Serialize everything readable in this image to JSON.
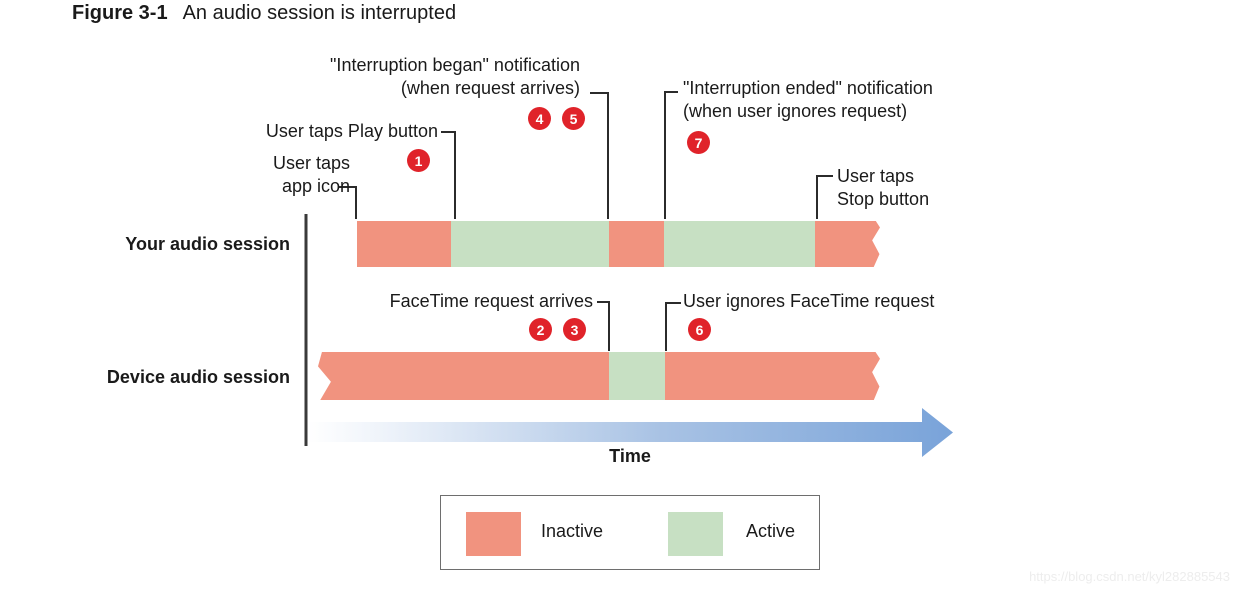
{
  "title": {
    "figure_label": "Figure 3-1",
    "figure_title": "An audio session is interrupted"
  },
  "colors": {
    "inactive": "#F1937F",
    "active": "#C7E0C3",
    "marker_red": "#E0232A",
    "line": "#2B2B2B",
    "arrow_start": "#FFFFFF",
    "arrow_end": "#79A3D9"
  },
  "annotations": {
    "interruption_began_line1": "\"Interruption began\" notification",
    "interruption_began_line2": "(when request arrives)",
    "user_taps_play": "User taps Play button",
    "user_taps_app_line1": "User taps",
    "user_taps_app_line2": "app icon",
    "interruption_ended_line1": "\"Interruption ended\" notification",
    "interruption_ended_line2": "(when user ignores request)",
    "user_taps_stop_line1": "User taps",
    "user_taps_stop_line2": "Stop button",
    "facetime_arrives": "FaceTime request arrives",
    "user_ignores": "User ignores FaceTime request"
  },
  "markers": [
    "1",
    "2",
    "3",
    "4",
    "5",
    "6",
    "7"
  ],
  "rows": [
    {
      "label": "Your audio session",
      "segments": [
        {
          "state": "inactive",
          "pct": 18.0
        },
        {
          "state": "active",
          "pct": 30.2
        },
        {
          "state": "inactive",
          "pct": 10.5
        },
        {
          "state": "active",
          "pct": 28.9
        },
        {
          "state": "inactive",
          "pct": 12.4
        }
      ]
    },
    {
      "label": "Device audio session",
      "segments": [
        {
          "state": "inactive",
          "pct": 51.7
        },
        {
          "state": "active",
          "pct": 10.0
        },
        {
          "state": "inactive",
          "pct": 38.3
        }
      ]
    }
  ],
  "time_axis_label": "Time",
  "legend": [
    {
      "state": "inactive",
      "label": "Inactive"
    },
    {
      "state": "active",
      "label": "Active"
    }
  ],
  "watermark": "https://blog.csdn.net/kyl282885543"
}
